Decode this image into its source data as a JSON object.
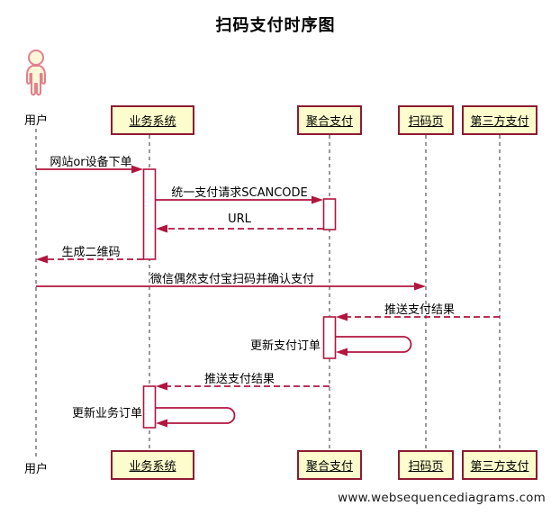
{
  "title": "扫码支付时序图",
  "footer": "www.websequencediagrams.com",
  "colors": {
    "arrow_accent": "#b0163f",
    "box_border": "#8e1a32",
    "box_fill": "#fcfccc",
    "actor_stroke": "#e2808e",
    "actor_fill": "#fdf6d8",
    "lifeline": "#333333"
  },
  "participants": [
    {
      "name": "用户",
      "type": "actor"
    },
    {
      "name": "业务系统",
      "type": "box"
    },
    {
      "name": "聚合支付",
      "type": "box"
    },
    {
      "name": "扫码页",
      "type": "box"
    },
    {
      "name": "第三方支付",
      "type": "box"
    }
  ],
  "messages": [
    {
      "label": "网站or设备下单",
      "from": "用户",
      "to": "业务系统",
      "style": "solid"
    },
    {
      "label": "统一支付请求SCANCODE",
      "from": "业务系统",
      "to": "聚合支付",
      "style": "solid"
    },
    {
      "label": "URL",
      "from": "聚合支付",
      "to": "业务系统",
      "style": "dashed"
    },
    {
      "label": "生成二维码",
      "from": "业务系统",
      "to": "用户",
      "style": "dashed"
    },
    {
      "label": "微信偶然支付宝扫码并确认支付",
      "from": "用户",
      "to": "扫码页",
      "style": "solid"
    },
    {
      "label": "推送支付结果",
      "from": "第三方支付",
      "to": "聚合支付",
      "style": "dashed"
    },
    {
      "label": "更新支付订单",
      "from": "聚合支付",
      "to": "聚合支付",
      "style": "self"
    },
    {
      "label": "推送支付结果",
      "from": "聚合支付",
      "to": "业务系统",
      "style": "dashed"
    },
    {
      "label": "更新业务订单",
      "from": "业务系统",
      "to": "业务系统",
      "style": "self"
    }
  ]
}
